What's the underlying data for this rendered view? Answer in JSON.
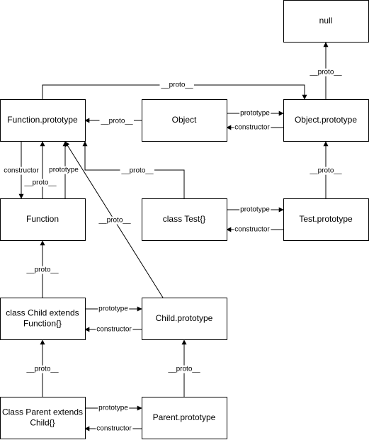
{
  "nodes": [
    {
      "id": "null",
      "label": "null"
    },
    {
      "id": "function_prototype",
      "label": "Function.prototype"
    },
    {
      "id": "object",
      "label": "Object"
    },
    {
      "id": "object_prototype",
      "label": "Object.prototype"
    },
    {
      "id": "function",
      "label": "Function"
    },
    {
      "id": "class_test",
      "label": "class Test{}"
    },
    {
      "id": "test_prototype",
      "label": "Test.prototype"
    },
    {
      "id": "class_child",
      "label": "class Child extends\nFunction{}"
    },
    {
      "id": "child_prototype",
      "label": "Child.prototype"
    },
    {
      "id": "class_parent",
      "label": "Class Parent extends\nChild{}"
    },
    {
      "id": "parent_prototype",
      "label": "Parent.prototype"
    }
  ],
  "edges": [
    {
      "from": "object_prototype",
      "to": "null",
      "label": "__proto__"
    },
    {
      "from": "function_prototype",
      "to": "object_prototype",
      "label": "__proto__"
    },
    {
      "from": "object",
      "to": "function_prototype",
      "label": "__proto__"
    },
    {
      "from": "object",
      "to": "object_prototype",
      "label": "prototype"
    },
    {
      "from": "object_prototype",
      "to": "object",
      "label": "constructor"
    },
    {
      "from": "function_prototype",
      "to": "function",
      "label": "constructor"
    },
    {
      "from": "function",
      "to": "function_prototype",
      "label": "__proto__"
    },
    {
      "from": "function",
      "to": "function_prototype",
      "label": "prototype"
    },
    {
      "from": "class_test",
      "to": "function_prototype",
      "label": "__proto__"
    },
    {
      "from": "test_prototype",
      "to": "object_prototype",
      "label": "__proto__"
    },
    {
      "from": "class_test",
      "to": "test_prototype",
      "label": "prototype"
    },
    {
      "from": "test_prototype",
      "to": "class_test",
      "label": "constructor"
    },
    {
      "from": "child_prototype",
      "to": "function_prototype",
      "label": "__proto__"
    },
    {
      "from": "class_child",
      "to": "function",
      "label": "__proto__"
    },
    {
      "from": "class_child",
      "to": "child_prototype",
      "label": "prototype"
    },
    {
      "from": "child_prototype",
      "to": "class_child",
      "label": "constructor"
    },
    {
      "from": "class_parent",
      "to": "class_child",
      "label": "__proto__"
    },
    {
      "from": "parent_prototype",
      "to": "child_prototype",
      "label": "__proto__"
    },
    {
      "from": "class_parent",
      "to": "parent_prototype",
      "label": "prototype"
    },
    {
      "from": "parent_prototype",
      "to": "class_parent",
      "label": "constructor"
    }
  ]
}
